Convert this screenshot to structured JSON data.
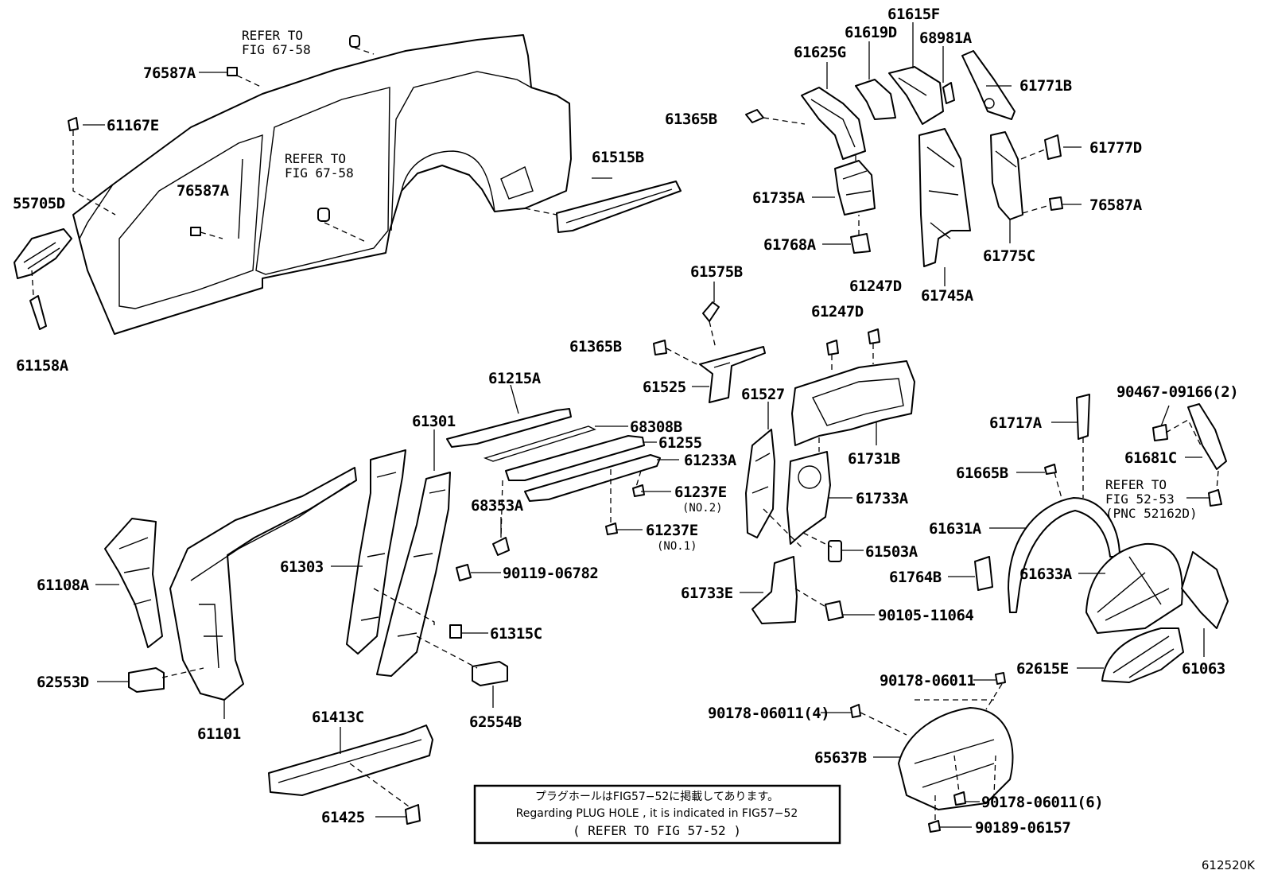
{
  "diagram": {
    "figure_id": "612520K",
    "labels": {
      "p76587a_1": "76587A",
      "p61167e": "61167E",
      "p55705d": "55705D",
      "p61158a": "61158A",
      "p76587a_2": "76587A",
      "p61515b": "61515B",
      "p61625g": "61625G",
      "p61619d": "61619D",
      "p61615f": "61615F",
      "p68981a": "68981A",
      "p61771b": "61771B",
      "p61365b_1": "61365B",
      "p61735a": "61735A",
      "p61768a": "61768A",
      "p61745a": "61745A",
      "p61777d": "61777D",
      "p76587a_3": "76587A",
      "p61775c": "61775C",
      "p61575b": "61575B",
      "p61365b_2": "61365B",
      "p61525": "61525",
      "p61247d_1": "61247D",
      "p61247d_2": "61247D",
      "p61527": "61527",
      "p61731b": "61731B",
      "p61215a": "61215A",
      "p61301": "61301",
      "p68308b": "68308B",
      "p61255": "61255",
      "p61233a": "61233A",
      "p61237e_1": "61237E",
      "p61237e_2": "61237E",
      "p68353a": "68353A",
      "p90119": "90119-06782",
      "p61733a": "61733A",
      "p61503a": "61503A",
      "p61108a": "61108A",
      "p61303": "61303",
      "p61315c": "61315C",
      "p62553d": "62553D",
      "p61101": "61101",
      "p62554b": "62554B",
      "p61413c": "61413C",
      "p61425": "61425",
      "p61733e": "61733E",
      "p90105": "90105-11064",
      "p61717a": "61717A",
      "p90467": "90467-09166(2)",
      "p61681c": "61681C",
      "p61665b": "61665B",
      "p61631a": "61631A",
      "p61764b": "61764B",
      "p61633a": "61633A",
      "p61063": "61063",
      "p62615e": "62615E",
      "p90178_1": "90178-06011",
      "p90178_4": "90178-06011(4)",
      "p65637b": "65637B",
      "p90178_6": "90178-06011(6)",
      "p90189": "90189-06157"
    },
    "sub_labels": {
      "no2": "(NO.2)",
      "no1": "(NO.1)"
    },
    "references": {
      "ref1_l1": "REFER TO",
      "ref1_l2": "FIG 67-58",
      "ref2_l1": "REFER TO",
      "ref2_l2": "FIG 67-58",
      "ref3_l1": "REFER TO",
      "ref3_l2": "FIG 52-53",
      "ref3_l3": "(PNC 52162D)"
    },
    "note": {
      "japanese": "プラグホールはFIG57−52に掲載してあります。",
      "english": "Regarding PLUG HOLE , it is indicated in FIG57−52",
      "refer": "(   REFER TO FIG 57-52   )"
    }
  }
}
